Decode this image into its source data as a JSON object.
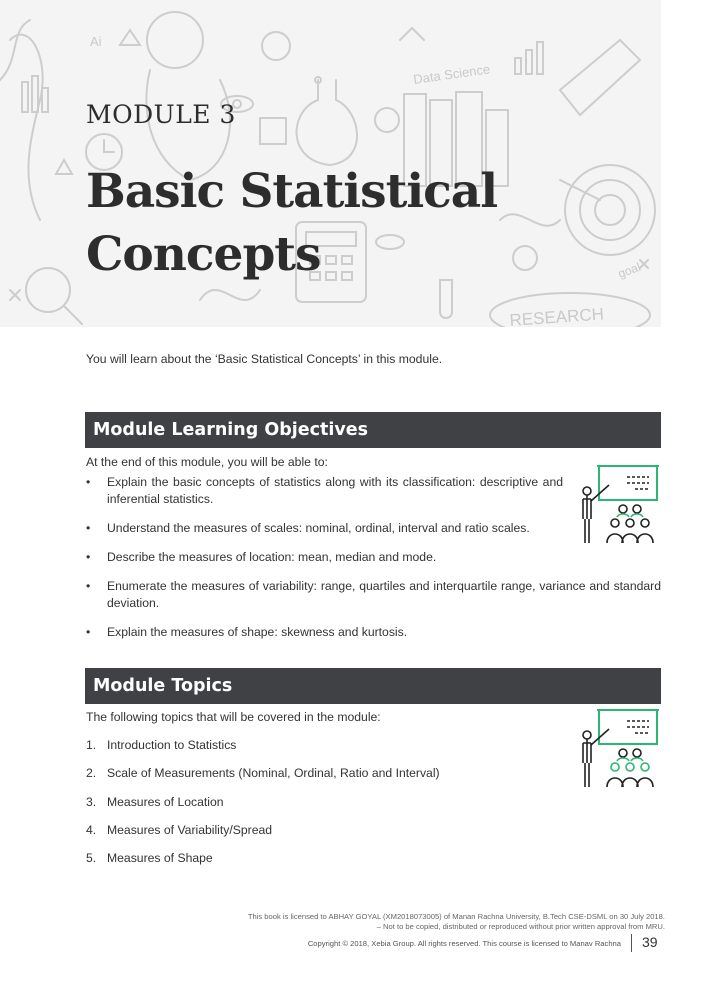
{
  "header": {
    "module_label": "MODULE 3",
    "title_line1": "Basic Statistical",
    "title_line2": "Concepts",
    "doodle_text": {
      "data_science": "Data Science",
      "research": "RESEARCH",
      "goal": "goal",
      "ai": "Ai"
    }
  },
  "intro": "You will learn about the ‘Basic Statistical Concepts’ in this module.",
  "objectives": {
    "heading": "Module Learning Objectives",
    "lead": "At the end of this module, you will be able to:",
    "items": [
      "Explain the basic concepts of statistics along with its classification: descriptive and inferential statistics.",
      "Understand the measures of scales: nominal, ordinal, interval and ratio scales.",
      "Describe the measures of location: mean, median and mode.",
      "Enumerate the measures of variability: range, quartiles and interquartile range, variance and standard deviation.",
      "Explain the measures of shape: skewness and kurtosis."
    ],
    "illustration_icon": "presentation-audience-icon"
  },
  "topics": {
    "heading": "Module Topics",
    "lead": "The following topics that will be covered in the module:",
    "items": [
      {
        "num": "1.",
        "label": "Introduction to Statistics"
      },
      {
        "num": "2.",
        "label": "Scale of Measurements (Nominal, Ordinal, Ratio and Interval)"
      },
      {
        "num": "3.",
        "label": "Measures of Location"
      },
      {
        "num": "4.",
        "label": "Measures of Variability/Spread"
      },
      {
        "num": "5.",
        "label": "Measures of Shape"
      }
    ],
    "illustration_icon": "presentation-audience-icon"
  },
  "footer": {
    "license_line1": "This book is licensed to ABHAY GOYAL (XM2018073005) of Manan Rachna University, B.Tech CSE-DSML on 30 July 2018.",
    "license_line2": "– Not to be copied, distributed or reproduced without prior written approval from MRU.",
    "copyright": "Copyright © 2018, Xebia Group. All rights reserved. This course is licensed to Manav Rachna",
    "page_number": "39"
  },
  "colors": {
    "section_bar": "#404145",
    "accent_green": "#2bb673",
    "banner_bg": "#f4f4f4",
    "doodle_stroke": "#cfcfcf"
  }
}
